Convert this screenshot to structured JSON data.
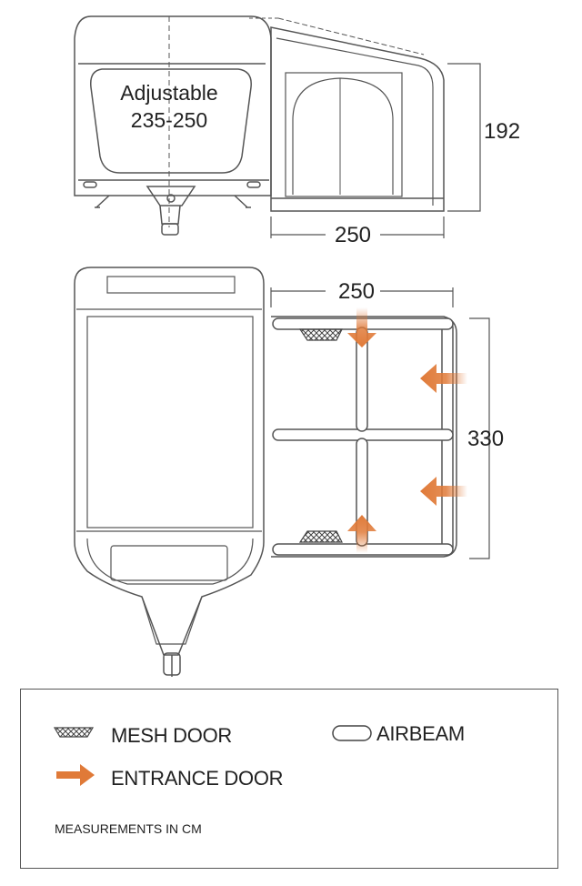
{
  "side_view": {
    "awning_depth_label": "250",
    "awning_height_label": "192",
    "adjustable_label": "Adjustable",
    "adjustable_range_label": "235-250"
  },
  "plan_view": {
    "width_label": "250",
    "length_label": "330"
  },
  "legend": {
    "mesh_door_label": "MESH DOOR",
    "airbeam_label": "AIRBEAM",
    "entrance_door_label": "ENTRANCE DOOR",
    "measurements_note": "MEASUREMENTS IN CM"
  },
  "colors": {
    "line": "#555555",
    "beam_fill": "#ffffff",
    "door_arrow": "#e07a38"
  }
}
